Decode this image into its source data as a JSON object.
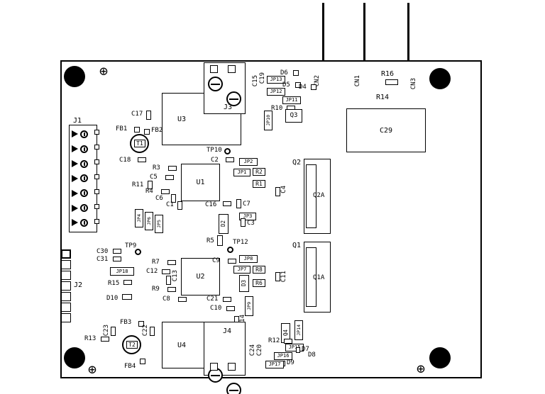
{
  "labels": {
    "j1": "J1",
    "j2": "J2",
    "j3": "J3",
    "j4": "J4",
    "u1": "U1",
    "u2": "U2",
    "u3": "U3",
    "u4": "U4",
    "t1": "T1",
    "t2": "T2",
    "fb1": "FB1",
    "fb2": "FB2",
    "fb3": "FB3",
    "fb4": "FB4",
    "cn1": "CN1",
    "cn2": "CN2",
    "cn3": "CN3",
    "q1": "Q1",
    "q2": "Q2",
    "q3": "Q3",
    "q4": "Q4",
    "q1a": "Q1A",
    "q2a": "Q2A",
    "c1": "C1",
    "c2": "C2",
    "c3": "C3",
    "c4": "C4",
    "c5": "C5",
    "c6": "C6",
    "c7": "C7",
    "c8": "C8",
    "c9": "C9",
    "c10": "C10",
    "c11": "C11",
    "c12": "C12",
    "c13": "C13",
    "c14": "C14",
    "c15": "C15",
    "c16": "C16",
    "c17": "C17",
    "c18": "C18",
    "c19": "C19",
    "c20": "C20",
    "c21": "C21",
    "c22": "C22",
    "c23": "C23",
    "c24": "C24",
    "c29": "C29",
    "c30": "C30",
    "c31": "C31",
    "r1": "R1",
    "r2": "R2",
    "r3": "R3",
    "r4": "R4",
    "r5": "R5",
    "r6": "R6",
    "r7": "R7",
    "r8": "R8",
    "r9": "R9",
    "r10": "R10",
    "r11": "R11",
    "r12": "R12",
    "r13": "R13",
    "r14": "R14",
    "r15": "R15",
    "r16": "R16",
    "d2": "D2",
    "d3": "D3",
    "d4": "D4",
    "d5": "D5",
    "d6": "D6",
    "d7": "D7",
    "d8": "D8",
    "d9": "D9",
    "d10": "D10",
    "jp1": "JP1",
    "jp2": "JP2",
    "jp3": "JP3",
    "jp4": "JP4",
    "jp5": "JP5",
    "jp6": "JP6",
    "jp7": "JP7",
    "jp8": "JP8",
    "jp9": "JP9",
    "jp10": "JP10",
    "jp11": "JP11",
    "jp12": "JP12",
    "jp13": "JP13",
    "jp14": "JP14",
    "jp15": "JP15",
    "jp16": "JP16",
    "jp17": "JP17",
    "jp18": "JP18",
    "tp9": "TP9",
    "tp10": "TP10",
    "tp12": "TP12"
  },
  "icons": {
    "fiducial_crosshair": "⊕"
  }
}
